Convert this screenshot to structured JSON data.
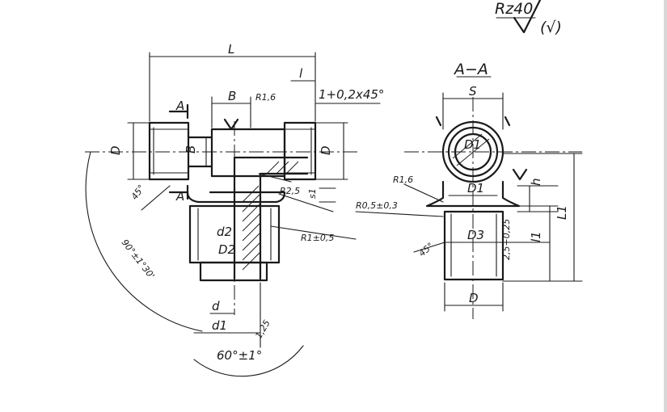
{
  "labels": {
    "roughness": "Rz40",
    "check_mark": "(√)",
    "L": "L",
    "l": "l",
    "chamfer": "1+0,2x45°",
    "B": "B",
    "R1_6_left": "R1,6",
    "A_top": "A",
    "A_bottom": "A",
    "D_left": "D",
    "B_vertical": "B",
    "D_mid": "D",
    "angle_45_left": "45°",
    "R2_5": "R2,5",
    "s1": "s1",
    "R1_0_5": "R1±0,5",
    "d2": "d2",
    "D2": "D2",
    "angle_90": "90°±1°30'",
    "d": "d",
    "d1": "d1",
    "val_1_25": "1,25",
    "angle_60": "60°±1°",
    "section": "A−A",
    "S": "S",
    "D1_top": "D1",
    "R1_6_right": "R1,6",
    "D1_mid": "D1",
    "h": "h",
    "R0_5": "R0,5±0,3",
    "L1": "L1",
    "D3": "D3",
    "tol_2_5": "2,5+0,25",
    "l1": "l1",
    "angle_45_right": "45°",
    "D_bottom": "D"
  },
  "colors": {
    "ink": "#1a1a1a",
    "paper": "#ffffff"
  }
}
